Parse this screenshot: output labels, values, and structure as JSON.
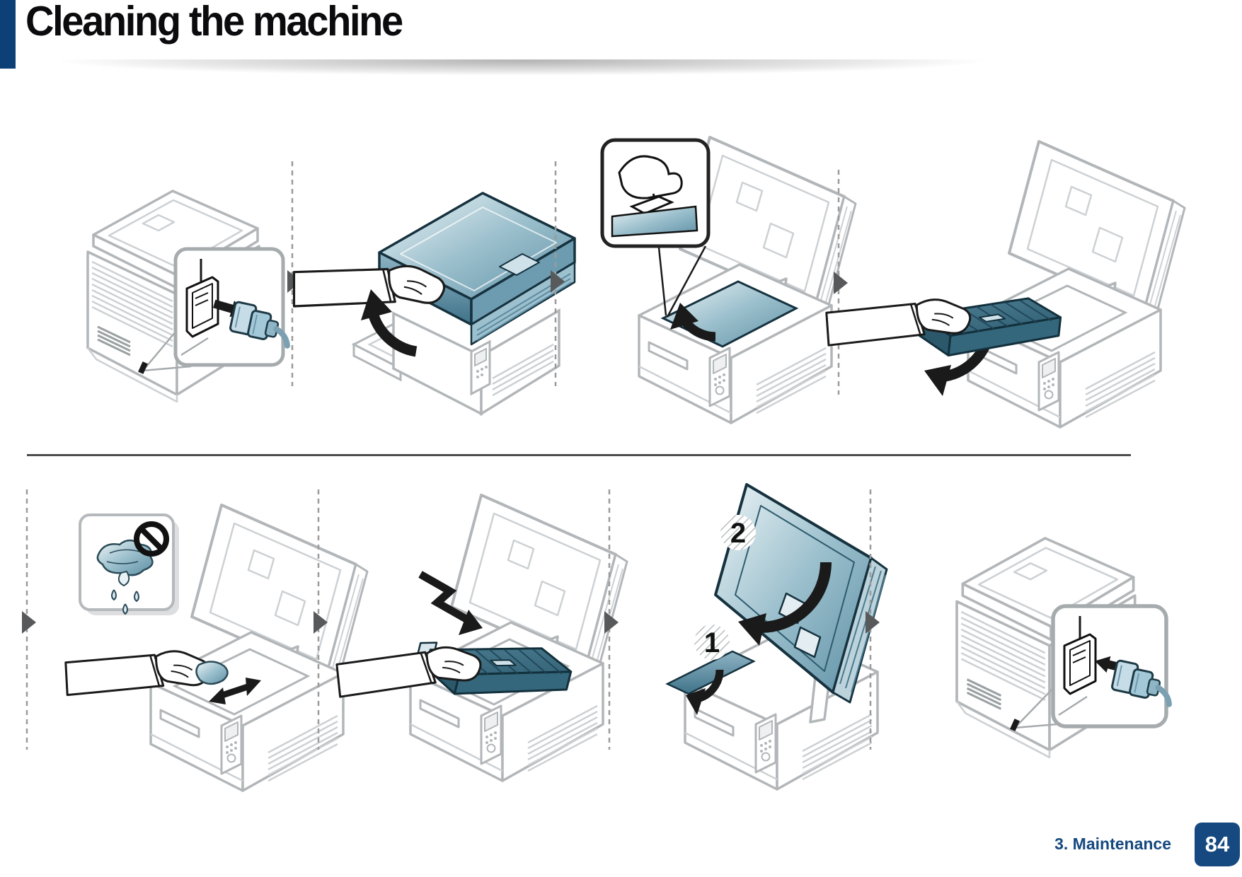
{
  "header": {
    "title": "Cleaning the machine"
  },
  "footer": {
    "section": "3. Maintenance",
    "page_number": "84"
  },
  "colors": {
    "accent_bar_blue": "#0d4076",
    "footer_blue": "#15497f",
    "highlight_teal": "#5e90a5",
    "toner_teal_dark": "#2b586b",
    "printer_outline_gray": "#b2b6b9",
    "separator_gray": "#9b9b9b",
    "separator_arrow_gray": "#58595b",
    "motion_arrow_black": "#1a1a1a",
    "row_divider_gray": "#4c4c4c"
  },
  "diagram": {
    "rows": [
      {
        "steps": [
          {
            "name": "unplug-power-cord",
            "icons": [
              "printer-icon",
              "power-socket-icon",
              "power-plug-icon",
              "unplug-arrow-icon",
              "callout-box-icon"
            ]
          },
          {
            "name": "lift-scan-unit",
            "icons": [
              "printer-icon",
              "scan-unit-icon",
              "hand-icon",
              "rotate-up-arrow-icon"
            ]
          },
          {
            "name": "open-inner-cover",
            "icons": [
              "printer-open-icon",
              "hand-grip-callout-icon",
              "rotate-open-arrow-icon"
            ]
          },
          {
            "name": "remove-toner-cartridge",
            "icons": [
              "printer-open-icon",
              "hand-icon",
              "toner-cartridge-icon",
              "rotate-out-arrow-icon"
            ]
          }
        ]
      },
      {
        "steps": [
          {
            "name": "wipe-inside-with-dry-cloth",
            "icons": [
              "no-wet-cloth-icon",
              "prohibition-icon",
              "water-drop-icon",
              "printer-open-icon",
              "hand-icon",
              "cloth-icon",
              "back-and-forth-arrow-icon"
            ]
          },
          {
            "name": "insert-toner-cartridge",
            "icons": [
              "printer-open-icon",
              "hand-icon",
              "toner-cartridge-icon",
              "insert-arrow-icon"
            ]
          },
          {
            "name": "close-inner-cover-and-scan-unit",
            "badges": [
              {
                "label": "1"
              },
              {
                "label": "2"
              }
            ],
            "icons": [
              "printer-open-icon",
              "scan-unit-icon",
              "close-arrow-icon",
              "step-number-badge-icon"
            ]
          },
          {
            "name": "plug-in-power-cord",
            "icons": [
              "printer-icon",
              "power-socket-icon",
              "power-plug-icon",
              "plug-in-arrow-icon",
              "callout-box-icon"
            ]
          }
        ]
      }
    ]
  }
}
